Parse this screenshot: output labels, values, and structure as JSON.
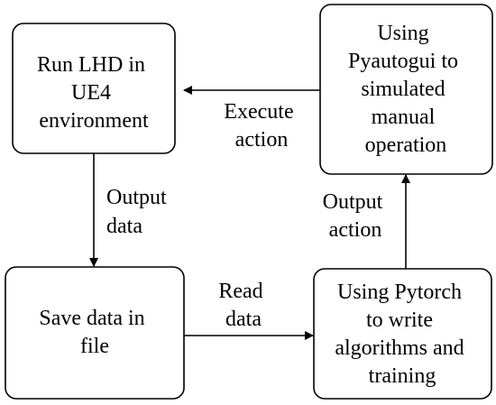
{
  "diagram": {
    "nodes": {
      "run_lhd": {
        "lines": [
          "Run LHD in",
          "UE4",
          "environment"
        ]
      },
      "pyautogui": {
        "lines": [
          "Using",
          "Pyautogui to",
          "simulated",
          "manual",
          "operation"
        ]
      },
      "save_data": {
        "lines": [
          "Save data in",
          "file"
        ]
      },
      "pytorch": {
        "lines": [
          "Using Pytorch",
          "to write",
          "algorithms and",
          "training"
        ]
      }
    },
    "edges": {
      "execute_action": {
        "lines": [
          "Execute",
          "action"
        ]
      },
      "output_data": {
        "lines": [
          "Output",
          "data"
        ]
      },
      "read_data": {
        "lines": [
          "Read",
          "data"
        ]
      },
      "output_action": {
        "lines": [
          "Output",
          "action"
        ]
      }
    }
  },
  "colors": {
    "stroke": "#000000",
    "background": "#ffffff"
  }
}
